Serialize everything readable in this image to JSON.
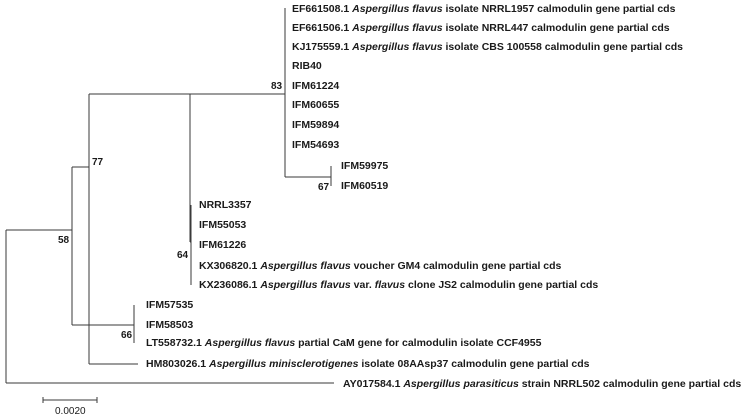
{
  "tree": {
    "leaves": [
      {
        "id": "EF661508",
        "parts": [
          "EF661508.1 ",
          "Aspergillus flavus",
          " isolate NRRL1957 calmodulin gene partial cds"
        ]
      },
      {
        "id": "EF661506",
        "parts": [
          "EF661506.1 ",
          "Aspergillus flavus",
          " isolate NRRL447 calmodulin gene partial cds"
        ]
      },
      {
        "id": "KJ175559",
        "parts": [
          "KJ175559.1 ",
          "Aspergillus flavus",
          " isolate CBS 100558 calmodulin gene partial cds"
        ]
      },
      {
        "id": "RIB40",
        "parts": [
          "RIB40"
        ]
      },
      {
        "id": "IFM61224",
        "parts": [
          "IFM61224"
        ]
      },
      {
        "id": "IFM60655",
        "parts": [
          "IFM60655"
        ]
      },
      {
        "id": "IFM59894",
        "parts": [
          "IFM59894"
        ]
      },
      {
        "id": "IFM54693",
        "parts": [
          "IFM54693"
        ]
      },
      {
        "id": "IFM59975",
        "parts": [
          "IFM59975"
        ]
      },
      {
        "id": "IFM60519",
        "parts": [
          "IFM60519"
        ]
      },
      {
        "id": "NRRL3357",
        "parts": [
          "NRRL3357"
        ]
      },
      {
        "id": "IFM55053",
        "parts": [
          "IFM55053"
        ]
      },
      {
        "id": "IFM61226",
        "parts": [
          "IFM61226"
        ]
      },
      {
        "id": "KX306820",
        "parts": [
          "KX306820.1 ",
          "Aspergillus flavus",
          " voucher GM4 calmodulin gene partial cds"
        ]
      },
      {
        "id": "KX236086",
        "parts": [
          "KX236086.1 ",
          "Aspergillus flavus",
          " var. ",
          "flavus",
          " clone JS2 calmodulin gene partial cds"
        ]
      },
      {
        "id": "IFM57535",
        "parts": [
          "IFM57535"
        ]
      },
      {
        "id": "IFM58503",
        "parts": [
          "IFM58503"
        ]
      },
      {
        "id": "LT558732",
        "parts": [
          "LT558732.1 ",
          "Aspergillus flavus",
          " partial CaM gene for calmodulin isolate CCF4955"
        ]
      },
      {
        "id": "HM803026",
        "parts": [
          "HM803026.1 ",
          "Aspergillus minisclerotigenes",
          " isolate 08AAsp37  calmodulin gene partial cds"
        ]
      },
      {
        "id": "AY017584",
        "parts": [
          "AY017584.1 ",
          "Aspergillus parasiticus",
          " strain NRRL502 calmodulin gene partial cds"
        ]
      }
    ],
    "bootstrap_values": [
      "83",
      "77",
      "67",
      "64",
      "58",
      "66"
    ],
    "scale_bar_label": "0.0020"
  }
}
